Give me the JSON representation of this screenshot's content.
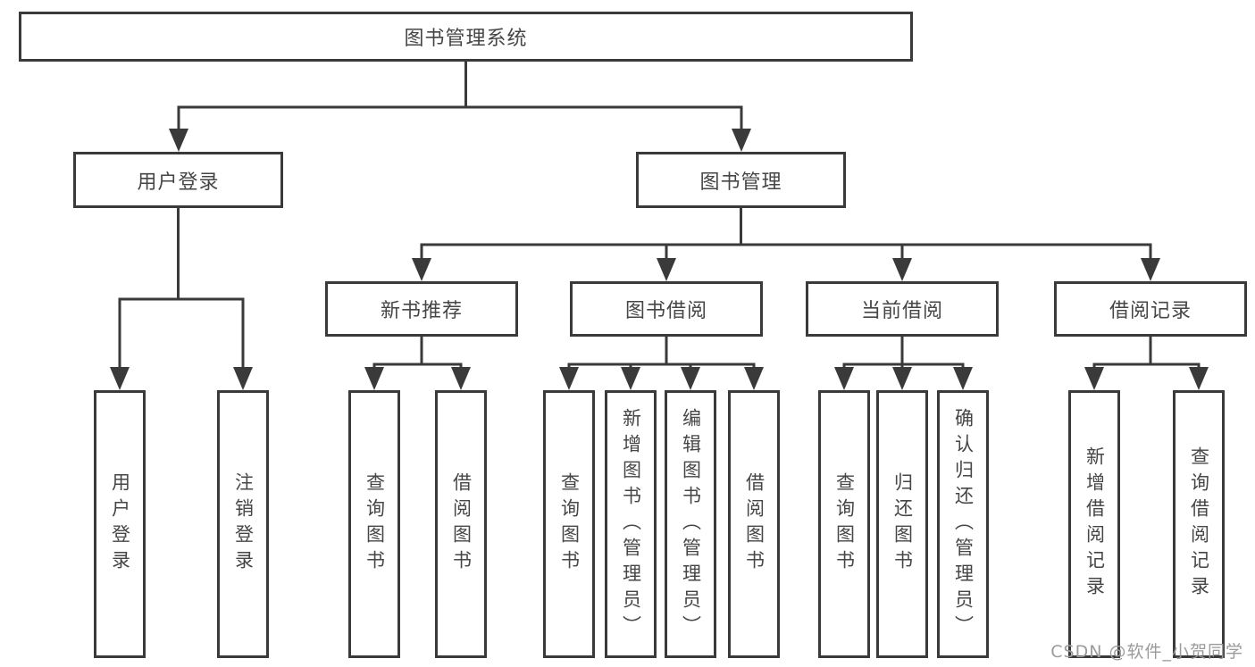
{
  "tree": {
    "root": {
      "label": "图书管理系统"
    },
    "branches": [
      {
        "label": "用户登录",
        "children": [
          {
            "label": "用户登录"
          },
          {
            "label": "注销登录"
          }
        ]
      },
      {
        "label": "图书管理",
        "children": [
          {
            "label": "新书推荐",
            "children": [
              {
                "label": "查询图书"
              },
              {
                "label": "借阅图书"
              }
            ]
          },
          {
            "label": "图书借阅",
            "children": [
              {
                "label": "查询图书"
              },
              {
                "label": "新增图书（管理员）"
              },
              {
                "label": "编辑图书（管理员）"
              },
              {
                "label": "借阅图书"
              }
            ]
          },
          {
            "label": "当前借阅",
            "children": [
              {
                "label": "查询图书"
              },
              {
                "label": "归还图书"
              },
              {
                "label": "确认归还（管理员）"
              }
            ]
          },
          {
            "label": "借阅记录",
            "children": [
              {
                "label": "新增借阅记录"
              },
              {
                "label": "查询借阅记录"
              }
            ]
          }
        ]
      }
    ]
  },
  "watermark": {
    "text": "CSDN @软件_小贺同学"
  },
  "colors": {
    "line": "#3a3a3a",
    "node_border": "#3a3a3a",
    "node_text": "#464646",
    "watermark": "#9b9b9b",
    "background": "#ffffff"
  }
}
